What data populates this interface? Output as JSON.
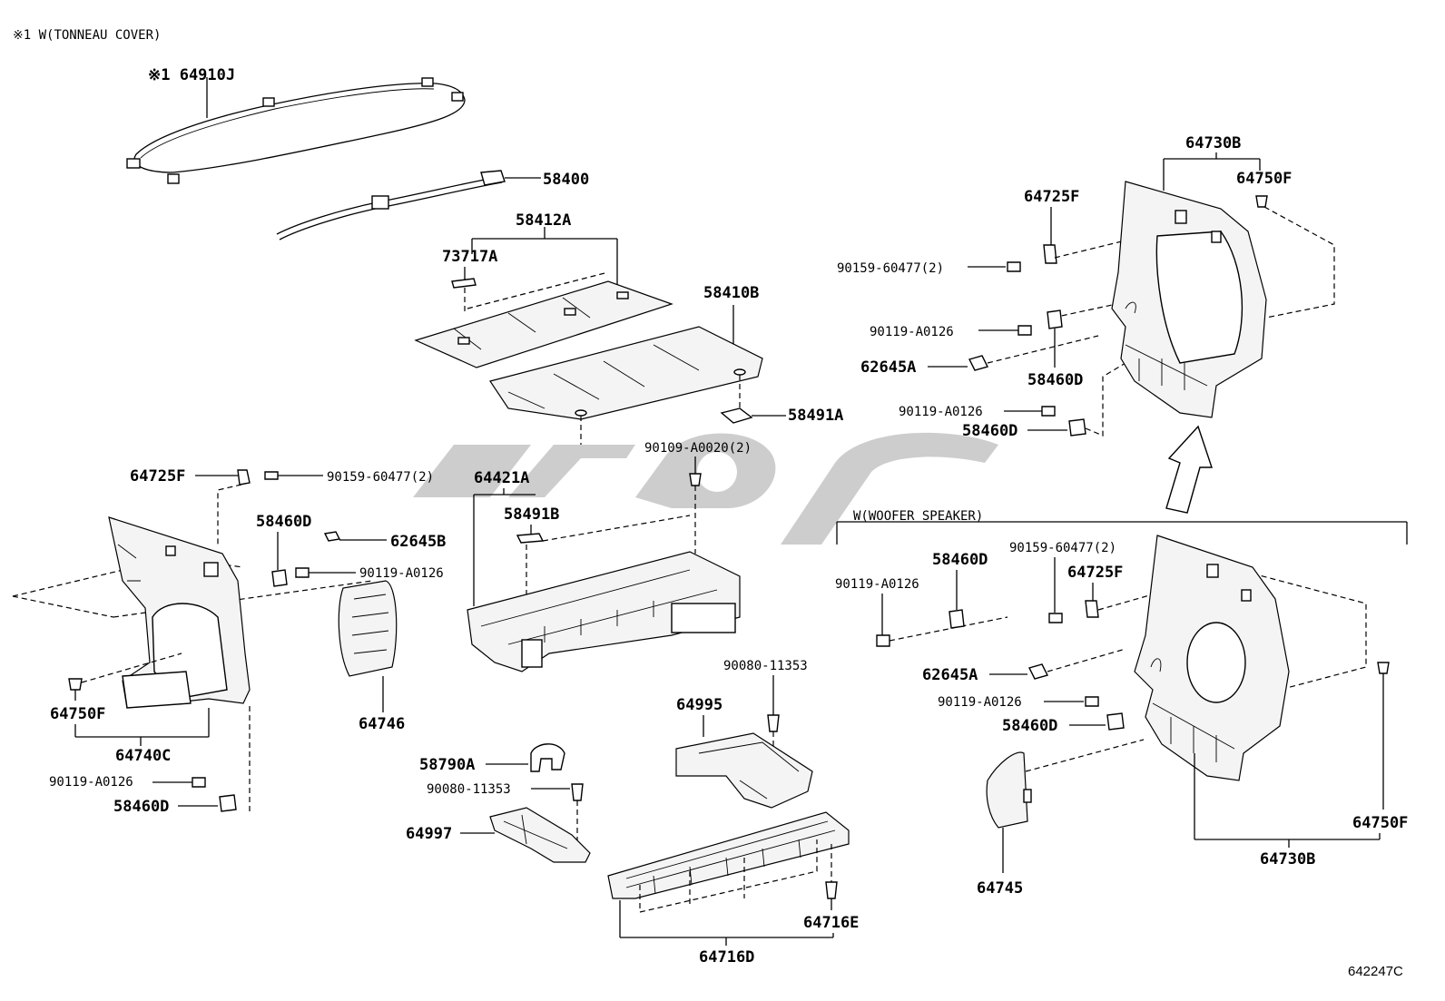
{
  "notes": {
    "tonneau": "※1  W(TONNEAU COVER)",
    "woofer": "W(WOOFER SPEAKER)",
    "diagram_code": "642247C"
  },
  "labels": {
    "p64910J": "※1 64910J",
    "p58400": "58400",
    "p58412A": "58412A",
    "p73717A": "73717A",
    "p58410B": "58410B",
    "p58491A": "58491A",
    "p64421A": "64421A",
    "p58491B": "58491B",
    "p90109": "90109-A0020(2)",
    "p64725F_l": "64725F",
    "p90159_l": "90159-60477(2)",
    "p58460D_l1": "58460D",
    "p62645B": "62645B",
    "p90119_l1": "90119-A0126",
    "p64750F_l": "64750F",
    "p64740C": "64740C",
    "p64746": "64746",
    "p90119_l2": "90119-A0126",
    "p58460D_l2": "58460D",
    "p58790A": "58790A",
    "p90080_a": "90080-11353",
    "p64997": "64997",
    "p90080_b": "90080-11353",
    "p64995": "64995",
    "p64716E": "64716E",
    "p64716D": "64716D",
    "p64730B_t": "64730B",
    "p64725F_t": "64725F",
    "p64750F_t": "64750F",
    "p90159_t": "90159-60477(2)",
    "p90119_t1": "90119-A0126",
    "p62645A_t": "62645A",
    "p58460D_t1": "58460D",
    "p90119_t2": "90119-A0126",
    "p58460D_t2": "58460D",
    "p90119_w1": "90119-A0126",
    "p58460D_w1": "58460D",
    "p90159_w": "90159-60477(2)",
    "p64725F_w": "64725F",
    "p62645A_w": "62645A",
    "p90119_w2": "90119-A0126",
    "p58460D_w2": "58460D",
    "p64745": "64745",
    "p64750F_w": "64750F",
    "p64730B_w": "64730B"
  }
}
